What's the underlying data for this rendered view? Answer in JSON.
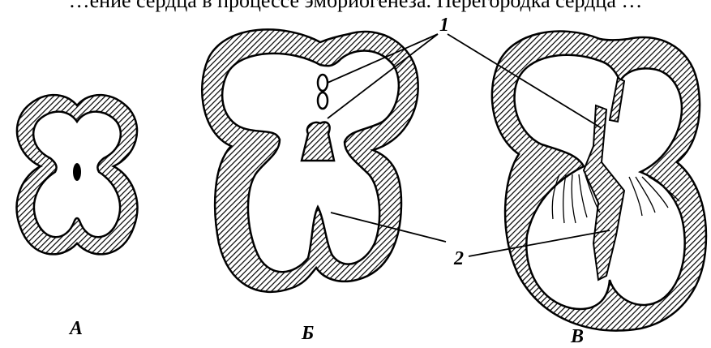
{
  "top_text": "…ение сердца в процессе эмбриогенеза. Перегородка сердца …",
  "pointer_labels": {
    "one": "1",
    "two": "2"
  },
  "stage_labels": {
    "a": "А",
    "b": "Б",
    "c": "В"
  },
  "colors": {
    "ink": "#000000",
    "paper": "#ffffff"
  }
}
